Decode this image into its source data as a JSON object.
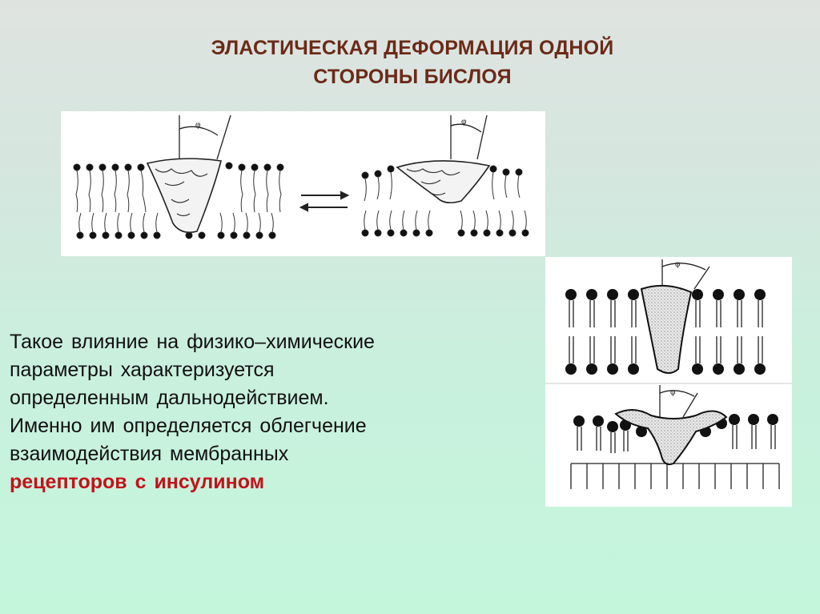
{
  "title": {
    "line1": "ЭЛАСТИЧЕСКАЯ ДЕФОРМАЦИЯ ОДНОЙ",
    "line2": "СТОРОНЫ БИСЛОЯ"
  },
  "body": {
    "lines": [
      "Такое  влияние  на  физико–химические",
      "параметры  характеризуется",
      "определенным  дальнодействием.",
      "Именно  им  определяется облегчение",
      "взаимодействия  мембранных"
    ],
    "highlight": "рецепторов  с  инсулином"
  },
  "colors": {
    "title": "#6b2a18",
    "highlight": "#c3121a",
    "text": "#111111"
  }
}
